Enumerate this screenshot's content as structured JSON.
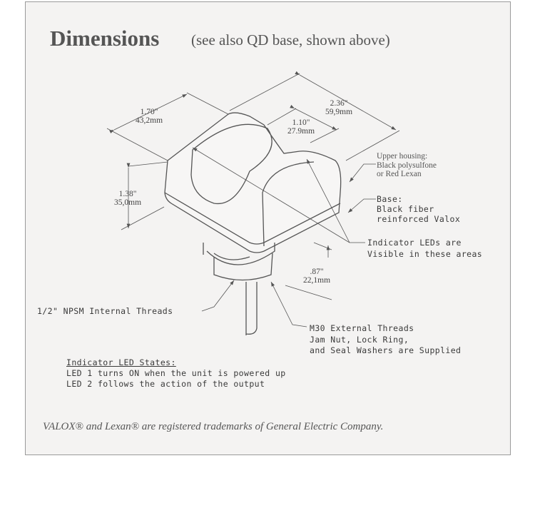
{
  "title": "Dimensions",
  "subtitle": "(see also QD base, shown above)",
  "dimensions": {
    "width_depth": {
      "inch": "1.70\"",
      "mm": "43,2mm"
    },
    "length": {
      "inch": "2.36\"",
      "mm": "59,9mm"
    },
    "top_section": {
      "inch": "1.10\"",
      "mm": "27.9mm"
    },
    "height": {
      "inch": "1.38\"",
      "mm": "35,0mm"
    },
    "thread_height": {
      "inch": ".87\"",
      "mm": "22,1mm"
    }
  },
  "callouts": {
    "upper_housing": [
      "Upper housing:",
      "Black polysulfone",
      "or Red Lexan"
    ],
    "base": [
      "Base:",
      "Black fiber",
      "reinforced Valox"
    ],
    "indicator": [
      "Indicator LEDs are",
      "Visible in these areas"
    ],
    "internal_threads": "1/2\" NPSM Internal Threads",
    "external_threads": [
      "M30 External Threads",
      "Jam Nut, Lock Ring,",
      "and Seal Washers are Supplied"
    ]
  },
  "led_states": {
    "heading": "Indicator LED States:",
    "lines": [
      "LED 1 turns ON when the unit is powered up",
      "LED 2 follows the action of the output"
    ]
  },
  "footer": "VALOX® and Lexan® are registered trademarks of General Electric Company."
}
